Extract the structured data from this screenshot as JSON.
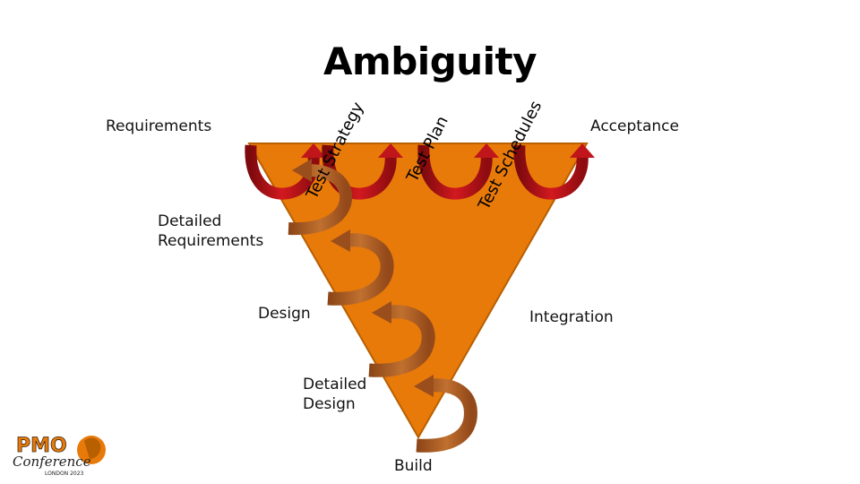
{
  "title": "Ambiguity",
  "labels": {
    "requirements": "Requirements",
    "acceptance": "Acceptance",
    "detailed_requirements_1": "Detailed",
    "detailed_requirements_2": "Requirements",
    "design": "Design",
    "integration": "Integration",
    "detailed_design_1": "Detailed",
    "detailed_design_2": "Design",
    "build": "Build"
  },
  "rotated_labels": {
    "test_strategy": "Test Strategy",
    "test_plan": "Test Plan",
    "test_schedules": "Test Schedules"
  },
  "logo": {
    "line1": "PMO",
    "line2": "Conference",
    "line3": "LONDON 2023"
  },
  "colors": {
    "funnel_fill": "#E87A0A",
    "funnel_stroke": "#B85F00",
    "red_loop": "#C0161B",
    "red_loop_dark": "#7E0A0D",
    "brown_arrow": "#9A4E1C",
    "brown_arrow_light": "#B8692C"
  }
}
